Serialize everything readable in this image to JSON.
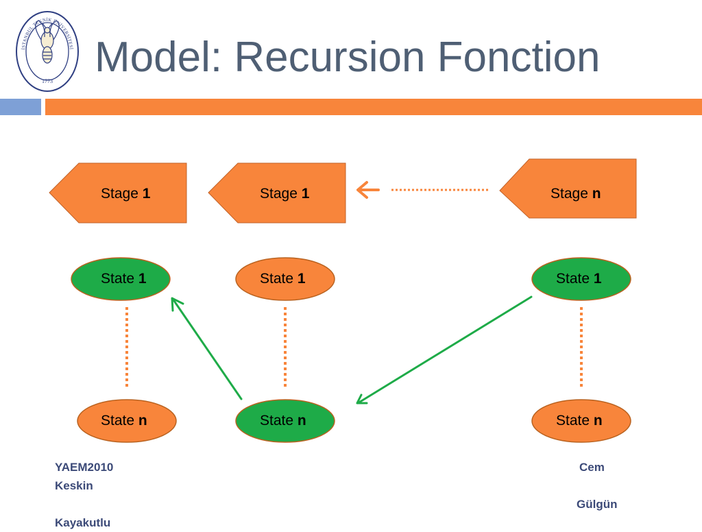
{
  "title": "Model: Recursion Fonction",
  "logo": {
    "ring_text": "İSTANBUL TEKNİK ÜNİVERSİTESİ",
    "year": "1773",
    "icon": "bee-emblem-icon",
    "color": "#2f3f82"
  },
  "colors": {
    "title": "#4f5f74",
    "bar_blue": "#7ea0d6",
    "bar_orange": "#f8853b",
    "node_orange": "#f8853b",
    "node_green": "#1eab48",
    "footer": "#3c4a78"
  },
  "stages": [
    {
      "text": "Stage ",
      "index": "1"
    },
    {
      "text": "Stage ",
      "index": "1"
    },
    {
      "text": "Stage ",
      "index": "n"
    }
  ],
  "states": [
    {
      "top": {
        "text": "State ",
        "index": "1",
        "color": "green"
      },
      "bottom": {
        "text": "State ",
        "index": "n",
        "color": "orange"
      }
    },
    {
      "top": {
        "text": "State ",
        "index": "1",
        "color": "orange"
      },
      "bottom": {
        "text": "State ",
        "index": "n",
        "color": "green"
      }
    },
    {
      "top": {
        "text": "State ",
        "index": "1",
        "color": "green"
      },
      "bottom": {
        "text": "State ",
        "index": "n",
        "color": "orange"
      }
    }
  ],
  "footer": {
    "left": [
      "YAEM2010",
      "Keskin",
      "",
      "Kayakutlu"
    ],
    "right_line1": "Cem",
    "right_line2": "Gülgün"
  }
}
